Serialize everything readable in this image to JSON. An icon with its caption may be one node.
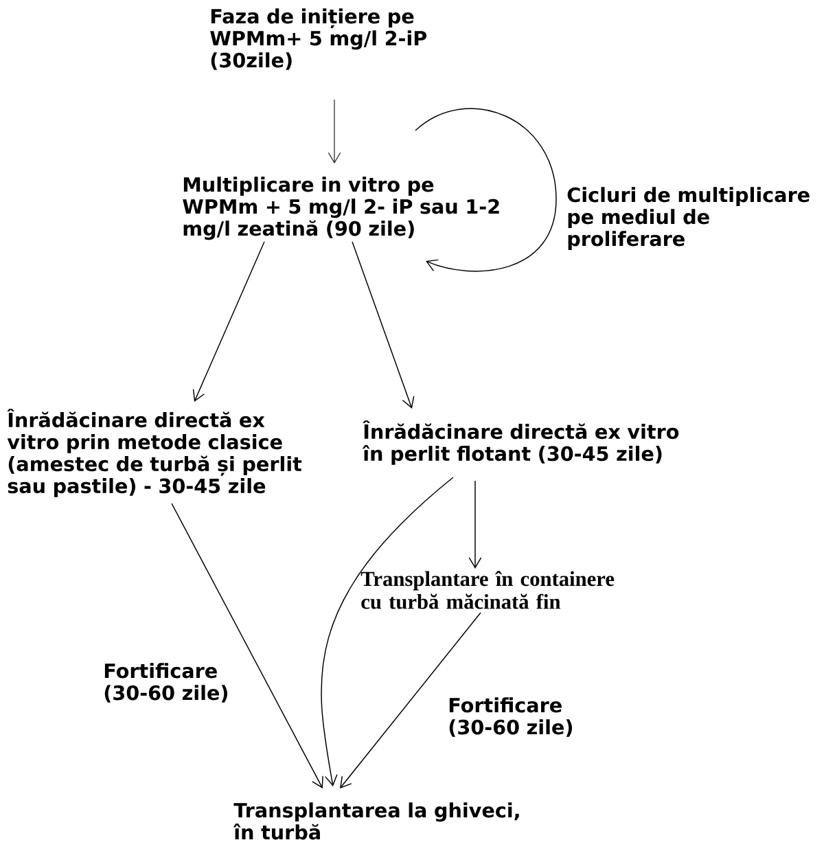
{
  "diagram": {
    "nodes": [
      {
        "text": [
          "Faza de inițiere pe WPMm+ 5 mg/l 2-iP (30zile)"
        ]
      },
      {
        "text": [
          "Multiplicare in vitro pe WPMm + 5 mg/l 2- iP sau 1-2 mg/l zeatină (90 zile)"
        ]
      },
      {
        "text": [
          "Înrădăcinare directă ex vitro prin metode clasice (amestec de turbă și perlit sau pastile) - 30-45 zile"
        ]
      },
      {
        "text": [
          "Înrădăcinare directă ex vitro în perlit flotant (30-45 zile)"
        ]
      },
      {
        "text": [
          "Transplantare în containere cu turbă măcinată fin"
        ]
      },
      {
        "text": [
          "Transplantarea la ghiveci, în turbă"
        ]
      }
    ],
    "edges": [
      {
        "from": 0,
        "to": 1,
        "arrow": "to"
      },
      {
        "from": 1,
        "to": 1,
        "arrow": "to",
        "label": "Cicluri de multiplicare pe mediul de proliferare"
      },
      {
        "from": 1,
        "to": 2,
        "arrow": "to"
      },
      {
        "from": 1,
        "to": 3,
        "arrow": "to"
      },
      {
        "from": 2,
        "to": 5,
        "arrow": "to",
        "label": "Fortificare (30-60 zile)"
      },
      {
        "from": 3,
        "to": 5,
        "arrow": "to"
      },
      {
        "from": 3,
        "to": 4,
        "arrow": "to"
      },
      {
        "from": 4,
        "to": 5,
        "arrow": "to",
        "label": "Fortificare (30-60 zile)"
      }
    ]
  }
}
